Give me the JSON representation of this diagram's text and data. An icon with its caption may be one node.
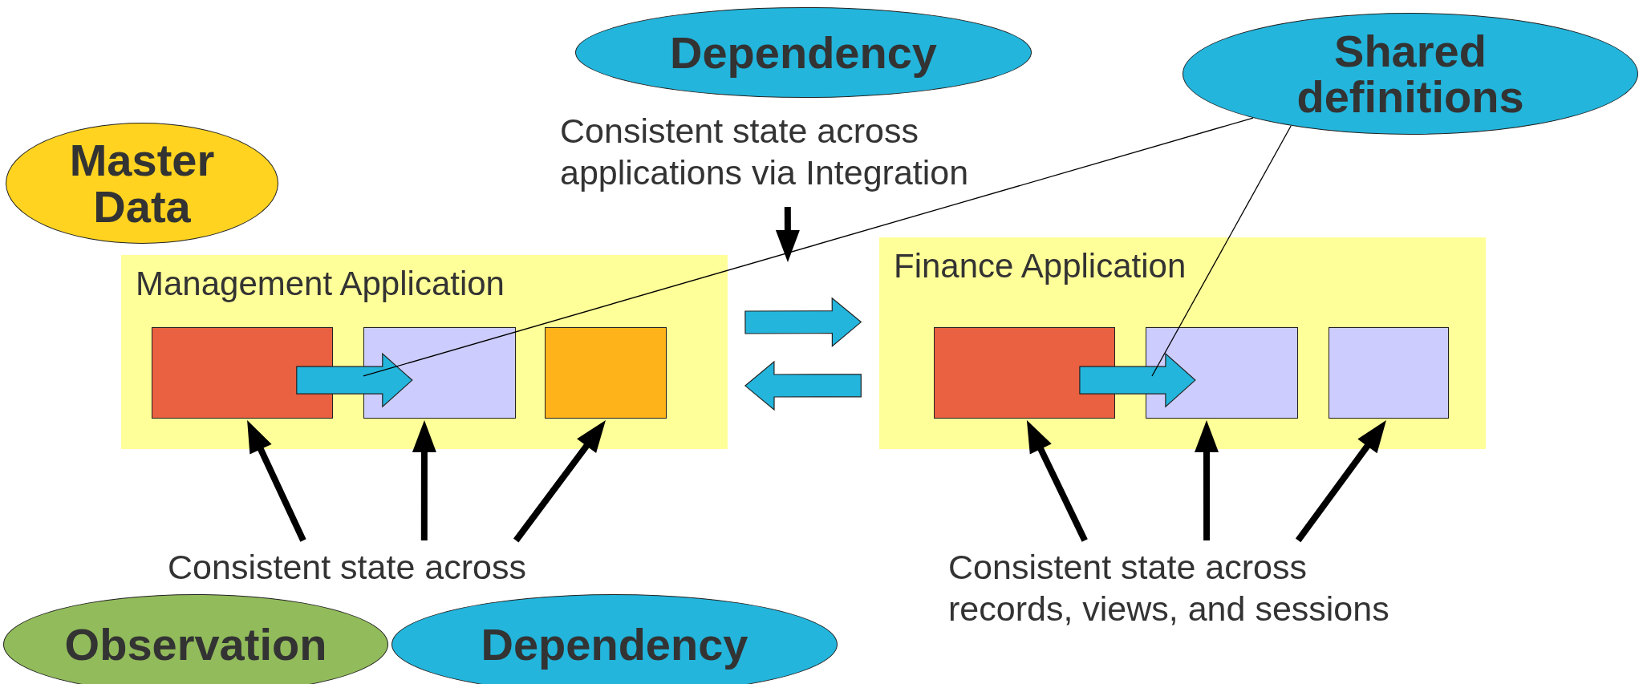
{
  "diagram": {
    "nodes": [
      {
        "text": [
          "Master Data"
        ]
      },
      {
        "text": [
          "Dependency"
        ]
      },
      {
        "text": [
          "Shared definitions"
        ]
      },
      {
        "text": [
          "Consistent state across applications via Integration"
        ]
      },
      {
        "text": [
          "Management Application"
        ]
      },
      {
        "text": [],
        "shape": "box",
        "in": 4
      },
      {
        "text": [],
        "shape": "box",
        "in": 4
      },
      {
        "text": [],
        "shape": "box",
        "in": 4
      },
      {
        "text": [
          "Finance Application"
        ]
      },
      {
        "text": [],
        "shape": "box",
        "in": 8
      },
      {
        "text": [],
        "shape": "box",
        "in": 8
      },
      {
        "text": [],
        "shape": "box",
        "in": 8
      },
      {
        "text": [
          "Consistent state across"
        ]
      },
      {
        "text": [
          "Consistent state across records, views, and sessions"
        ]
      },
      {
        "text": [
          "Observation"
        ]
      },
      {
        "text": [
          "Dependency"
        ]
      }
    ],
    "edges": [
      {
        "from": 5,
        "to": 6,
        "arrow": "to",
        "style": "thick",
        "color": "#23b5dc"
      },
      {
        "from": 4,
        "to": 8,
        "arrow": "to",
        "style": "thick",
        "color": "#23b5dc"
      },
      {
        "from": 8,
        "to": 4,
        "arrow": "to",
        "style": "thick",
        "color": "#23b5dc"
      },
      {
        "from": 9,
        "to": 10,
        "arrow": "to",
        "style": "thick",
        "color": "#23b5dc"
      },
      {
        "from": 3,
        "to": null,
        "arrow": "to",
        "style": "thick"
      },
      {
        "from": 12,
        "to": 5,
        "arrow": "to",
        "style": "thick"
      },
      {
        "from": 12,
        "to": 6,
        "arrow": "to",
        "style": "thick"
      },
      {
        "from": 12,
        "to": 7,
        "arrow": "to",
        "style": "thick"
      },
      {
        "from": 13,
        "to": 9,
        "arrow": "to",
        "style": "thick"
      },
      {
        "from": 13,
        "to": 10,
        "arrow": "to",
        "style": "thick"
      },
      {
        "from": 13,
        "to": 11,
        "arrow": "to",
        "style": "thick"
      },
      {
        "from": 2,
        "to": 6,
        "arrow": "none"
      },
      {
        "from": 2,
        "to": 10,
        "arrow": "none"
      }
    ]
  }
}
